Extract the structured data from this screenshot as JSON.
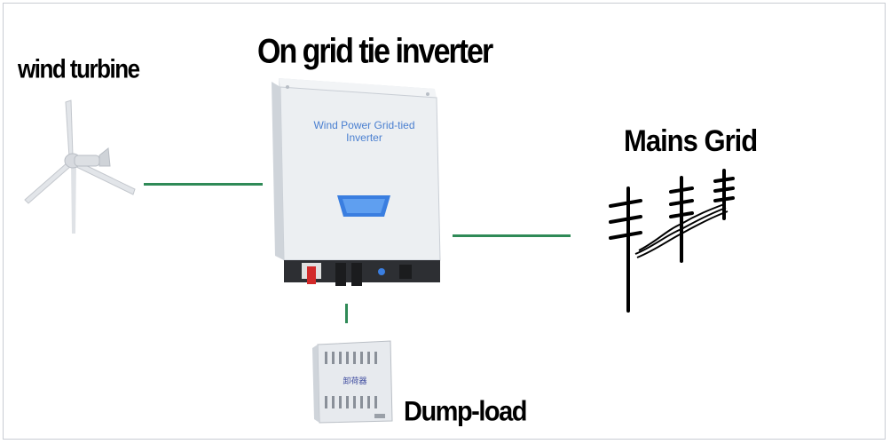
{
  "labels": {
    "wind_turbine": "wind turbine",
    "inverter": "On grid tie inverter",
    "mains_grid": "Mains Grid",
    "dump_load": "Dump-load"
  },
  "inverter_panel": {
    "line1": "Wind Power Grid-tied",
    "line2": "Inverter"
  },
  "dump_load_panel": {
    "label": "卸荷器"
  },
  "colors": {
    "wire": "#2f8a57",
    "inverter_body": "#e9ecf0",
    "panel_text": "#4a7fd0",
    "display": "#3a7ee0"
  }
}
